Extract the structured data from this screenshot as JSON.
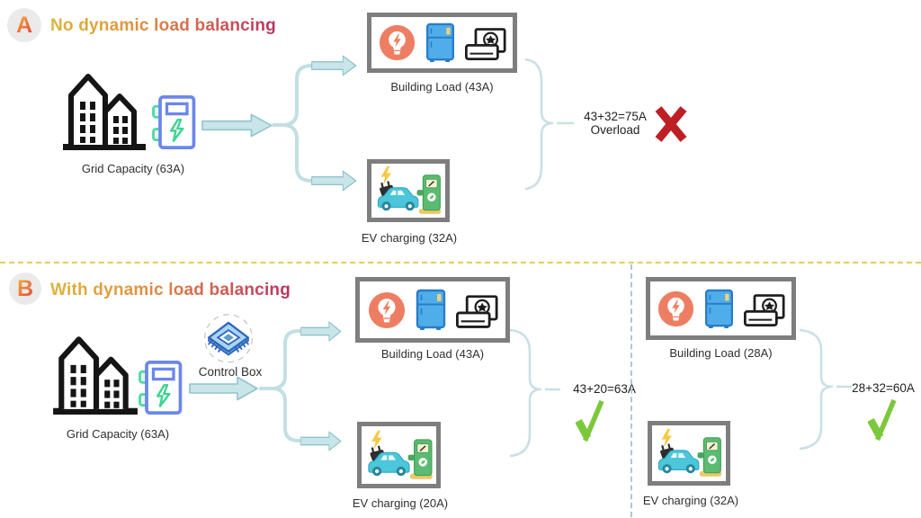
{
  "colors": {
    "arrow_fill": "#c9e5e9",
    "arrow_stroke": "#8fc3cc",
    "connector": "#c3dfe4",
    "brace": "#c9e0e6",
    "box_border": "#7e7e7e",
    "error_red": "#be1f24",
    "success_green": "#7cc83c",
    "divider_yellow": "#e3cd55",
    "divider_blue": "#a9c7e0"
  },
  "icons": {
    "grid": "buildings-with-electric-meter-icon",
    "building_load": [
      "lightbulb-energy-icon",
      "refrigerator-icon",
      "air-conditioner-icon"
    ],
    "ev": "ev-car-charging-station-icon",
    "control": "microchip-icon",
    "error": "x-mark-icon",
    "success": "check-mark-icon"
  },
  "section_a": {
    "badge": "A",
    "title": "No dynamic load balancing",
    "grid": {
      "label": "Grid Capacity (63A)"
    },
    "building_load": {
      "label": "Building Load (43A)"
    },
    "ev": {
      "label": "EV charging (32A)"
    },
    "result": {
      "line1": "43+32=75A",
      "line2": "Overload",
      "status": "overload"
    }
  },
  "section_b": {
    "badge": "B",
    "title": "With dynamic load balancing",
    "grid": {
      "label": "Grid Capacity (63A)"
    },
    "control": {
      "label": "Control Box"
    },
    "balanced": {
      "building_load": {
        "label": "Building Load (43A)"
      },
      "ev": {
        "label": "EV charging (20A)"
      },
      "result": {
        "line1": "43+20=63A",
        "status": "ok"
      }
    },
    "rebalanced": {
      "building_load": {
        "label": "Building Load (28A)"
      },
      "ev": {
        "label": "EV charging (32A)"
      },
      "result": {
        "line1": "28+32=60A",
        "status": "ok"
      }
    }
  }
}
